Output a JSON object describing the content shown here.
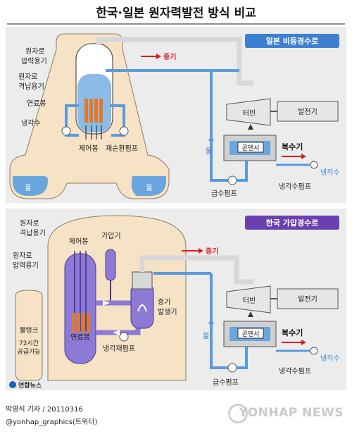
{
  "title": "한국·일본 원자력발전 방식 비교",
  "japan": {
    "badge": "일본 비등경수로",
    "labels": {
      "pressure_vessel": [
        "원자로",
        "압력용기"
      ],
      "containment": [
        "원자로",
        "격납용기"
      ],
      "fuel_rod": "연료봉",
      "coolant": "냉각수",
      "control_rod": "제어봉",
      "recirc_pump": "재순환펌프",
      "water_left": "물",
      "water_right": "물",
      "steam": "증기",
      "turbine": "터빈",
      "generator": "발전기",
      "condenser": "콘덴서",
      "condenser_unit": "복수기",
      "water_vertical": "물",
      "coolant_water": "냉각수",
      "coolant_pump": "냉각수펌프",
      "feed_pump": "급수펌프"
    }
  },
  "korea": {
    "badge": "한국 가압경수로",
    "labels": {
      "containment": [
        "원자로",
        "격납용기"
      ],
      "pressure_vessel": [
        "원자로",
        "압력용기"
      ],
      "control_rod": "제어봉",
      "pressurizer": "가압기",
      "fuel_rod": "연료봉",
      "water_tank": "물탱크",
      "tank_note": [
        "72시간",
        "공급가능"
      ],
      "steam_generator": [
        "증기",
        "발생기"
      ],
      "coolant_pump": "냉각재펌프",
      "steam": "증기",
      "turbine": "터빈",
      "generator": "발전기",
      "condenser": "콘덴서",
      "condenser_unit": "복수기",
      "water_vertical": "물",
      "coolant_water": "냉각수",
      "coolant_pump2": "냉각수펌프",
      "feed_pump": "급수펌프"
    }
  },
  "logo": "연합뉴스",
  "footer": {
    "byline": "박영석 기자 / 20110316",
    "credit": "@yonhap_graphics(트위터)"
  },
  "watermark": "YONHAP NEWS",
  "colors": {
    "panel_bg": "#ececec",
    "building": "#f6e2c4",
    "water_blue": "#6aa6de",
    "pipe_blue": "#5b9ae0",
    "badge_blue": "#3f7fd0",
    "badge_purple": "#6a3fb0",
    "vessel_purple": "#8c7ad6",
    "fuel_orange": "#e07a2a",
    "steam_red": "#d81e1e"
  }
}
